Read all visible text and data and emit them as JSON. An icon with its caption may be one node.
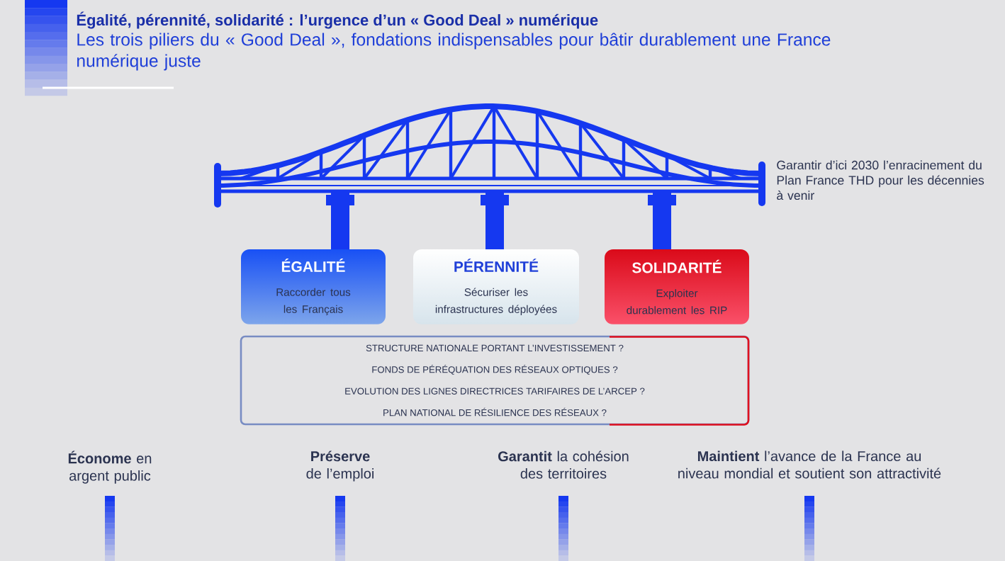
{
  "diagram": {
    "title": "Égalité, pérennité, solidarité : l’urgence d’un « Good Deal » numérique",
    "nodes": [
      {
        "text": [
          "ÉGALITÉ",
          "Raccorder tous les Français"
        ]
      },
      {
        "text": [
          "PÉRENNITÉ",
          "Sécuriser les infrastructures déployées"
        ]
      },
      {
        "text": [
          "SOLIDARITÉ",
          "Exploiter durablement les RIP"
        ]
      },
      {
        "text": [
          "STRUCTURE NATIONALE PORTANT L’INVESTISSEMENT ?",
          "FONDS DE PÉRÉQUATION DES RÉSEAUX OPTIQUES ?",
          "EVOLUTION DES LIGNES DIRECTRICES TARIFAIRES DE L’ARCEP ?",
          "PLAN NATIONAL DE RÉSILIENCE DES RÉSEAUX ?"
        ]
      }
    ],
    "labels": [
      "Les trois piliers du « Good Deal », fondations indispensables pour bâtir durablement une France numérique juste",
      "Garantir d’ici 2030 l’enracinement du Plan France THD pour les décennies à venir",
      "**Économe** en argent public",
      "**Préserve** de l’emploi",
      "**Garantit** la cohésion des territoires",
      "**Maintient** l’avance de la France au niveau mondial et soutient son attractivité"
    ]
  }
}
